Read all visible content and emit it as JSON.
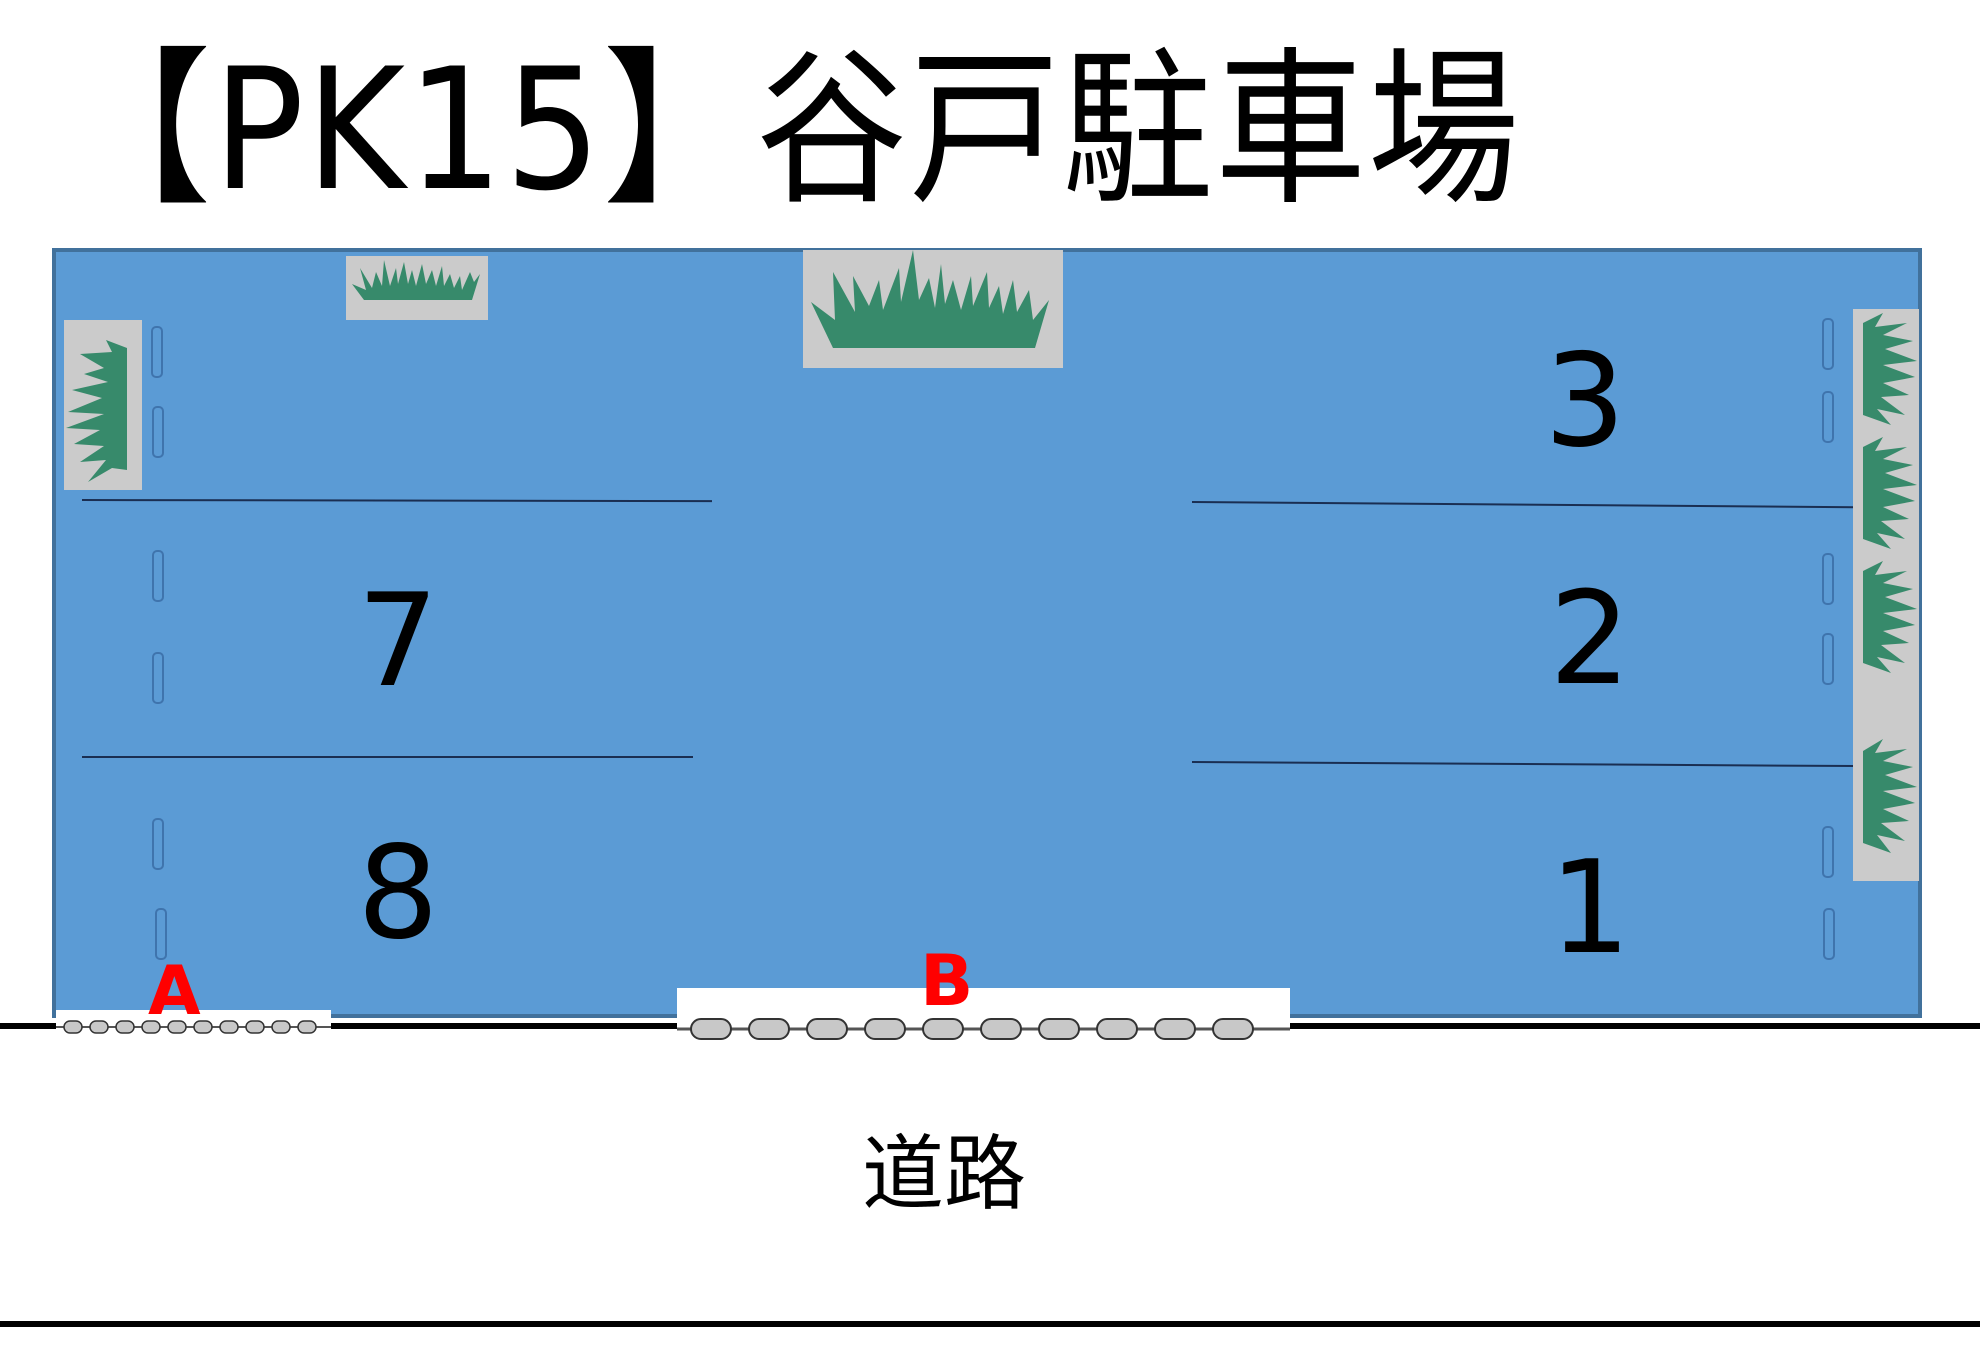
{
  "title": "【PK15】谷戸駐車場",
  "lot": {
    "fill_color": "#5b9bd5",
    "border_color": "#41719c",
    "spaces": [
      {
        "number": "3",
        "side": "right"
      },
      {
        "number": "2",
        "side": "right"
      },
      {
        "number": "1",
        "side": "right"
      },
      {
        "number": "7",
        "side": "left"
      },
      {
        "number": "8",
        "side": "left"
      }
    ],
    "landscaping": [
      {
        "icon": "grass-icon",
        "position": "top-left-small"
      },
      {
        "icon": "grass-icon",
        "position": "top-center-large"
      },
      {
        "icon": "grass-icon",
        "position": "left-wall"
      },
      {
        "icon": "grass-icon",
        "position": "right-wall",
        "count": 4
      }
    ]
  },
  "entrances": [
    {
      "label": "A",
      "type": "chain-gate",
      "color": "#ff0000"
    },
    {
      "label": "B",
      "type": "chain-gate",
      "color": "#ff0000"
    }
  ],
  "road": {
    "label": "道路"
  }
}
